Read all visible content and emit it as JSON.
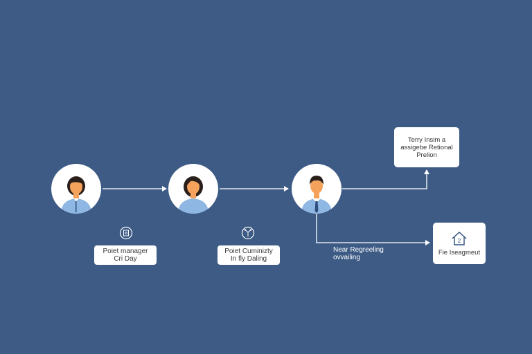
{
  "colors": {
    "background": "#3d5b85",
    "connector": "#ffffff",
    "node_fill": "#ffffff",
    "skin": "#f5a35c",
    "shirt": "#8fb7e3",
    "hair": "#2a1f1a",
    "tie": "#2f4e7e"
  },
  "nodes": [
    {
      "icon": "person-female-icon"
    },
    {
      "icon": "person-female-icon"
    },
    {
      "icon": "person-male-icon"
    }
  ],
  "labels": [
    {
      "icon": "clipboard-icon",
      "line1": "Poiet  manager",
      "line2": "Cri Day"
    },
    {
      "icon": "network-icon",
      "line1": "Poiet Cuminizty",
      "line2": "In fly Daling"
    }
  ],
  "branch_text": {
    "line1": "Near Regreeling",
    "line2": "ovvailing"
  },
  "top_card": {
    "line1": "Terry Insim a",
    "line2": "assigebe Retional",
    "line3": "Prelion"
  },
  "bottom_card": {
    "icon": "house-icon",
    "label": "Fie Iseagmeut"
  }
}
